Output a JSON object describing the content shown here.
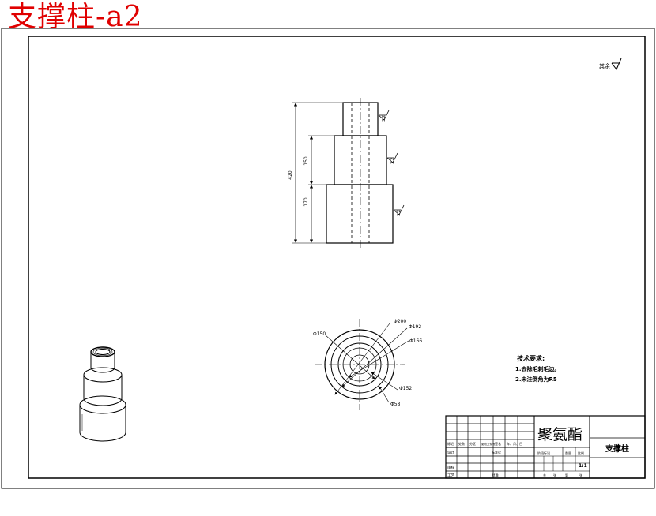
{
  "watermark": "支撑柱-a2",
  "roughness_note": "其余",
  "front_view": {
    "overall_height": "420",
    "middle_height": "150",
    "lower_height": "170",
    "roughness": [
      "3.2",
      "3.2",
      "3.2"
    ]
  },
  "top_view": {
    "diameters": [
      "Φ200",
      "Φ192",
      "Φ166",
      "Φ152",
      "Φ150",
      "Φ58"
    ]
  },
  "tech_requirements": {
    "title": "技术要求:",
    "items": [
      "1.去除毛刺毛边。",
      "2.未注倒角为R5"
    ]
  },
  "title_block": {
    "material": "聚氨酯",
    "part_name": "支撑柱",
    "scale": "1:1",
    "row_labels": [
      "标记",
      "处数",
      "分区",
      "更改文件号",
      "签名",
      "年、月、日"
    ],
    "designer": "设计",
    "checker": "审核",
    "craft": "工艺",
    "standard": "标准化",
    "approve": "批准",
    "stage_headers": [
      "阶段标记",
      "重量",
      "比例"
    ],
    "sheet": [
      "共",
      "张",
      "第",
      "张"
    ]
  },
  "colors": {
    "ink": "#000000",
    "watermark": "#e00000"
  }
}
